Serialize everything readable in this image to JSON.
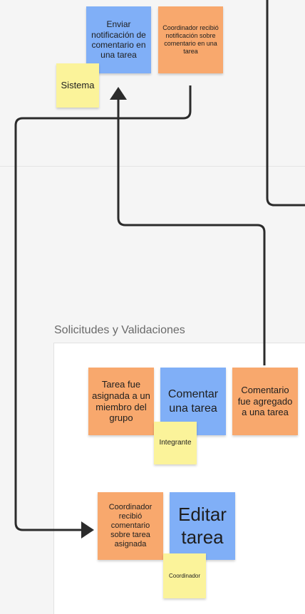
{
  "section": {
    "title": "Solicitudes y Validaciones"
  },
  "notes": {
    "enviar_notificacion": "Enviar notificación de comentario en una tarea",
    "coord_recibio_notificacion": "Coordinador recibió notificación sobre comentario en una tarea",
    "sistema": "Sistema",
    "tarea_asignada": "Tarea fue asignada a un miembro del grupo",
    "comentar_tarea": "Comentar una tarea",
    "comentario_agregado": "Comentario fue agregado a una tarea",
    "integrante": "Integrante",
    "coord_recibio_comentario": "Coordinador recibió comentario sobre tarea asignada",
    "editar_tarea": "Editar tarea",
    "coordinador": "Coordinador"
  },
  "colors": {
    "command": "#80aff7",
    "event": "#f8a86d",
    "actor": "#fbf39a",
    "connector": "#2b2b2b"
  }
}
